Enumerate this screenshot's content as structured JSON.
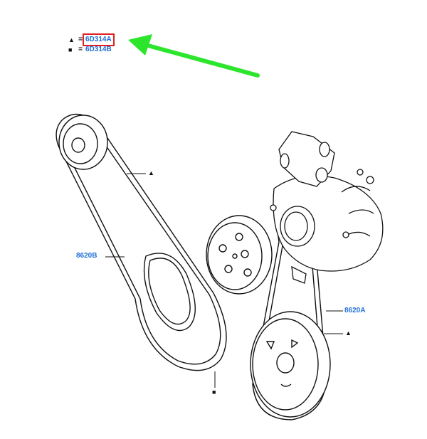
{
  "legend": [
    {
      "symbol": "▲",
      "equals": "=",
      "code": "6D314A",
      "highlighted": true
    },
    {
      "symbol": "■",
      "equals": "=",
      "code": "6D314B",
      "highlighted": false
    }
  ],
  "callouts": {
    "belt_b": "8620B",
    "belt_a": "8620A"
  },
  "markers": {
    "triangle": "▲",
    "square": "■"
  },
  "colors": {
    "callout_text": "#1f6fd6",
    "highlight_box": "#e02020",
    "arrow": "#2ee52e",
    "line": "#111111"
  }
}
